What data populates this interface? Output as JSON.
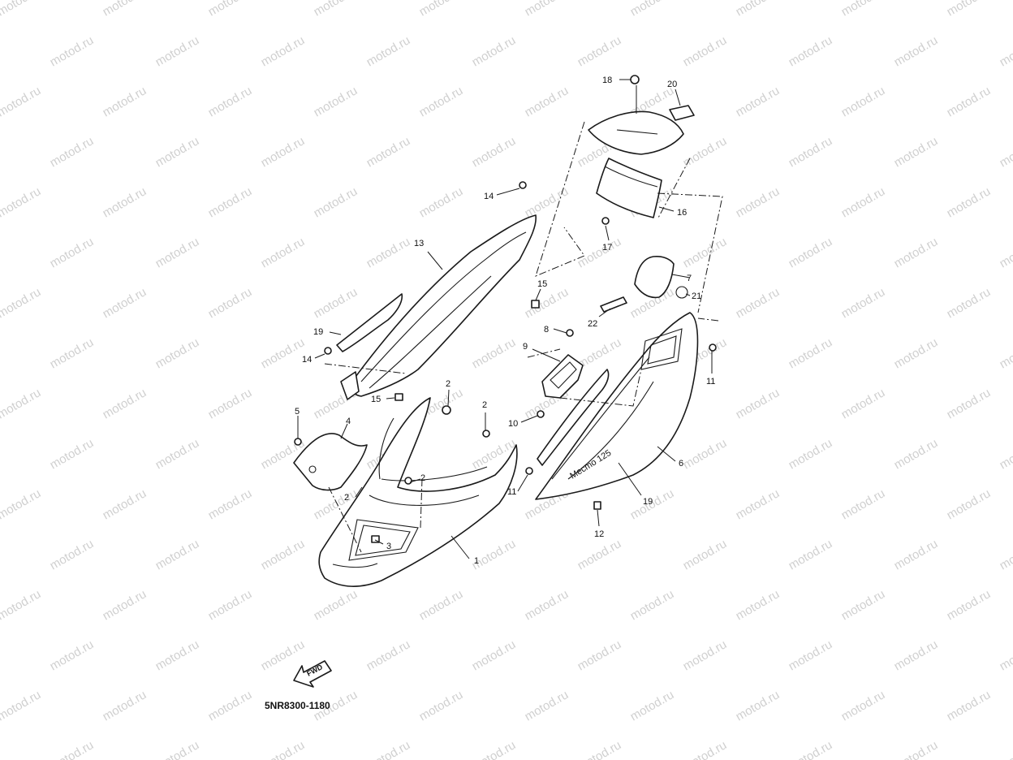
{
  "diagram": {
    "reference_code": "5NR8300-1180",
    "watermark_text": "motod.ru",
    "forward_label": "FWD",
    "emblem_text": "Mecmo 125",
    "callouts": [
      "1",
      "2",
      "2",
      "2",
      "2",
      "3",
      "4",
      "5",
      "6",
      "7",
      "8",
      "9",
      "10",
      "11",
      "11",
      "12",
      "13",
      "14",
      "14",
      "15",
      "15",
      "16",
      "17",
      "18",
      "19",
      "19",
      "20",
      "21",
      "22"
    ],
    "colors": {
      "ink": "#1a1a1a",
      "watermark": "#d0d0d0",
      "background": "#ffffff"
    }
  }
}
